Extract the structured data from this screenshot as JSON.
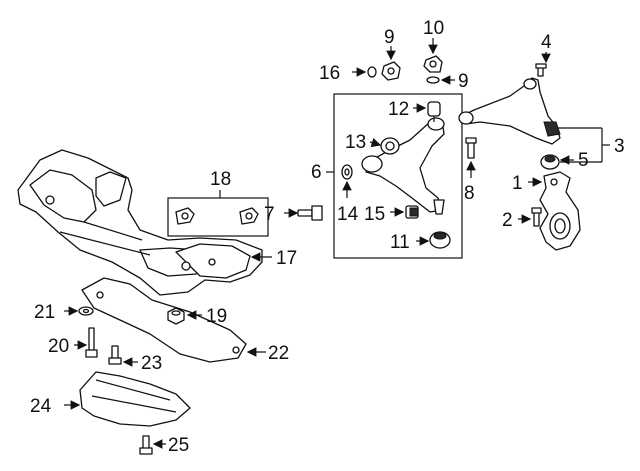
{
  "diagram": {
    "callouts": {
      "c1": "1",
      "c2": "2",
      "c3": "3",
      "c4": "4",
      "c5": "5",
      "c6": "6",
      "c7": "7",
      "c8": "8",
      "c9a": "9",
      "c9b": "9",
      "c10": "10",
      "c11": "11",
      "c12": "12",
      "c13": "13",
      "c14": "14",
      "c15": "15",
      "c16": "16",
      "c17": "17",
      "c18": "18",
      "c19": "19",
      "c20": "20",
      "c21": "21",
      "c22": "22",
      "c23": "23",
      "c24": "24",
      "c25": "25"
    },
    "icons": [
      "subframe",
      "control-arm",
      "knuckle",
      "bushing",
      "bolt",
      "nut",
      "washer",
      "skid-plate",
      "bracket-plate"
    ]
  }
}
